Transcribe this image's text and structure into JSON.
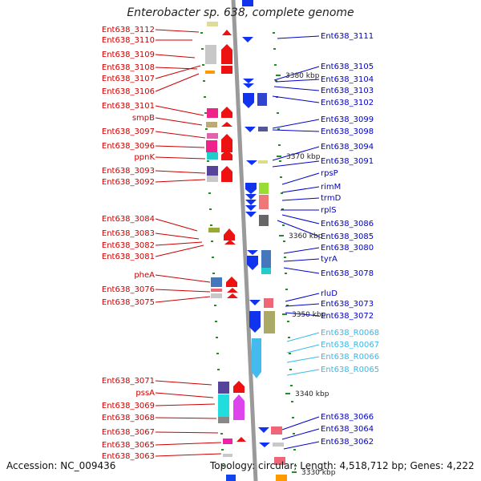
{
  "title": "Enterobacter sp. 638, complete genome",
  "footer": {
    "accession": "Accession: NC_009436",
    "topology": "Topology: circular; Length: 4,518,712 bp; Genes: 4,222"
  },
  "colors": {
    "reverse_strand_label": "#cc0000",
    "forward_strand_label": "#0000cc",
    "rna_label": "#33bbee",
    "backbone": "#9a9a9a",
    "tick": "#2a8a2a"
  },
  "left_labels": [
    "Ent638_3112",
    "Ent638_3110",
    "Ent638_3109",
    "Ent638_3108",
    "Ent638_3107",
    "Ent638_3106",
    "Ent638_3101",
    "smpB",
    "Ent638_3097",
    "Ent638_3096",
    "ppnK",
    "Ent638_3093",
    "Ent638_3092",
    "Ent638_3084",
    "Ent638_3083",
    "Ent638_3082",
    "Ent638_3081",
    "pheA",
    "Ent638_3076",
    "Ent638_3075",
    "Ent638_3071",
    "pssA",
    "Ent638_3069",
    "Ent638_3068",
    "Ent638_3067",
    "Ent638_3065",
    "Ent638_3063"
  ],
  "right_labels": [
    "Ent638_3111",
    "Ent638_3105",
    "Ent638_3104",
    "Ent638_3103",
    "Ent638_3102",
    "Ent638_3099",
    "Ent638_3098",
    "Ent638_3094",
    "Ent638_3091",
    "rpsP",
    "rimM",
    "trmD",
    "rplS",
    "Ent638_3086",
    "Ent638_3085",
    "Ent638_3080",
    "tyrA",
    "Ent638_3078",
    "rluD",
    "Ent638_3073",
    "Ent638_3072",
    "Ent638_R0068",
    "Ent638_R0067",
    "Ent638_R0066",
    "Ent638_R0065",
    "Ent638_3066",
    "Ent638_3064",
    "Ent638_3062"
  ],
  "kbp_marks": [
    "3380 kbp",
    "3370 kbp",
    "3360 kbp",
    "3350 kbp",
    "3340 kbp",
    "3330 kbp"
  ]
}
